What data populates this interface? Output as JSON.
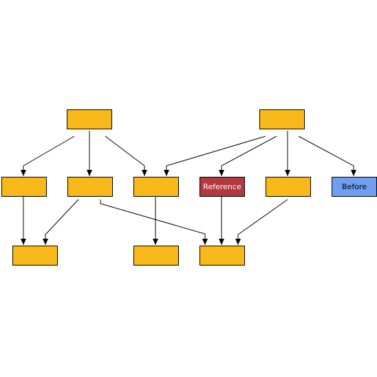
{
  "colors": {
    "default_fill": "#f8b81a",
    "reference_fill": "#b03a3f",
    "before_fill": "#6f9ef3",
    "edge": "#000000",
    "label_dark": "#000000",
    "label_light": "#ffffff"
  },
  "nodes": [
    {
      "id": "root-left",
      "label": "",
      "kind": "default"
    },
    {
      "id": "root-right",
      "label": "",
      "kind": "default"
    },
    {
      "id": "mid-1",
      "label": "",
      "kind": "default"
    },
    {
      "id": "mid-2",
      "label": "",
      "kind": "default"
    },
    {
      "id": "mid-3",
      "label": "",
      "kind": "default"
    },
    {
      "id": "reference",
      "label": "Reference",
      "kind": "reference"
    },
    {
      "id": "mid-5",
      "label": "",
      "kind": "default"
    },
    {
      "id": "before",
      "label": "Before",
      "kind": "before"
    },
    {
      "id": "bottom-1",
      "label": "",
      "kind": "default"
    },
    {
      "id": "bottom-2",
      "label": "",
      "kind": "default"
    },
    {
      "id": "bottom-3",
      "label": "",
      "kind": "default"
    }
  ],
  "edges": [
    {
      "from": "root-left",
      "to": "mid-1"
    },
    {
      "from": "root-left",
      "to": "mid-2"
    },
    {
      "from": "root-left",
      "to": "mid-3"
    },
    {
      "from": "root-right",
      "to": "mid-3"
    },
    {
      "from": "root-right",
      "to": "reference"
    },
    {
      "from": "root-right",
      "to": "mid-5"
    },
    {
      "from": "root-right",
      "to": "before"
    },
    {
      "from": "mid-1",
      "to": "bottom-1"
    },
    {
      "from": "mid-2",
      "to": "bottom-1"
    },
    {
      "from": "mid-2",
      "to": "bottom-3"
    },
    {
      "from": "mid-3",
      "to": "bottom-2"
    },
    {
      "from": "reference",
      "to": "bottom-3"
    },
    {
      "from": "mid-5",
      "to": "bottom-3"
    }
  ]
}
